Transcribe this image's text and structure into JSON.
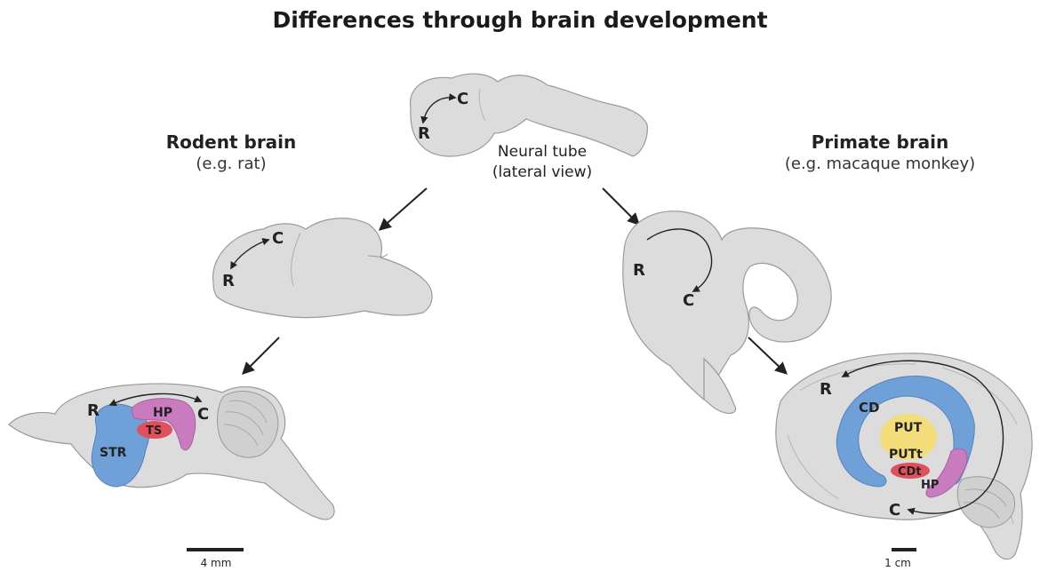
{
  "title": "Differences through brain development",
  "neural_tube": {
    "caption_line1": "Neural tube",
    "caption_line2": "(lateral view)",
    "label_r": "R",
    "label_c": "C"
  },
  "rodent": {
    "heading": "Rodent brain",
    "subheading": "(e.g. rat)",
    "embryo_r": "R",
    "embryo_c": "C",
    "adult_r": "R",
    "adult_c": "C",
    "regions": {
      "hp": "HP",
      "ts": "TS",
      "str": "STR"
    },
    "scale_label": "4 mm"
  },
  "primate": {
    "heading": "Primate brain",
    "subheading": "(e.g. macaque monkey)",
    "embryo_r": "R",
    "embryo_c": "C",
    "adult_r": "R",
    "adult_c": "C",
    "regions": {
      "cd": "CD",
      "put": "PUT",
      "putt": "PUTt",
      "cdt": "CDt",
      "hp": "HP"
    },
    "scale_label": "1 cm"
  },
  "colors": {
    "tissue": "#dcdcdc",
    "tissue_outline": "#9a9a9a",
    "striatum_blue": "#6fa0d8",
    "hippocampus_pink": "#c97bc0",
    "tail_red": "#e0505a",
    "putamen_yellow": "#f3dc7a"
  }
}
